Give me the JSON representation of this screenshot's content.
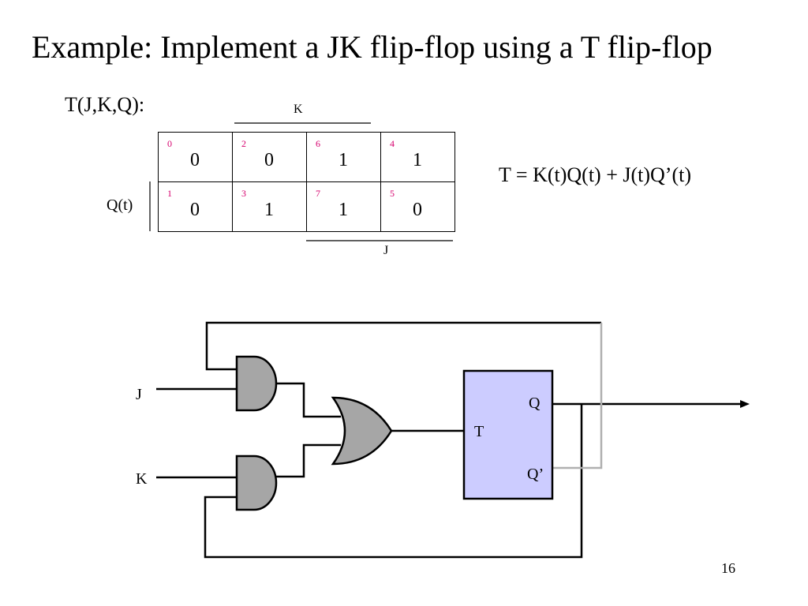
{
  "title": "Example: Implement a JK flip-flop using a T flip-flop",
  "kmap": {
    "label": "T(J,K,Q):",
    "row_label": "Q(t)",
    "k_label": "K",
    "j_label": "J",
    "rows": [
      [
        {
          "m": "0",
          "v": "0"
        },
        {
          "m": "2",
          "v": "0"
        },
        {
          "m": "6",
          "v": "1"
        },
        {
          "m": "4",
          "v": "1"
        }
      ],
      [
        {
          "m": "1",
          "v": "0"
        },
        {
          "m": "3",
          "v": "1"
        },
        {
          "m": "7",
          "v": "1"
        },
        {
          "m": "5",
          "v": "0"
        }
      ]
    ]
  },
  "equation": "T = K(t)Q(t) + J(t)Q’(t)",
  "circuit": {
    "input_j": "J",
    "input_k": "K",
    "ff_input": "T",
    "ff_q": "Q",
    "ff_qbar": "Q’",
    "colors": {
      "gate_fill": "#a6a6a6",
      "ff_fill": "#ccccff",
      "feedback_qbar": "#b0b0b0"
    }
  },
  "page_number": "16"
}
